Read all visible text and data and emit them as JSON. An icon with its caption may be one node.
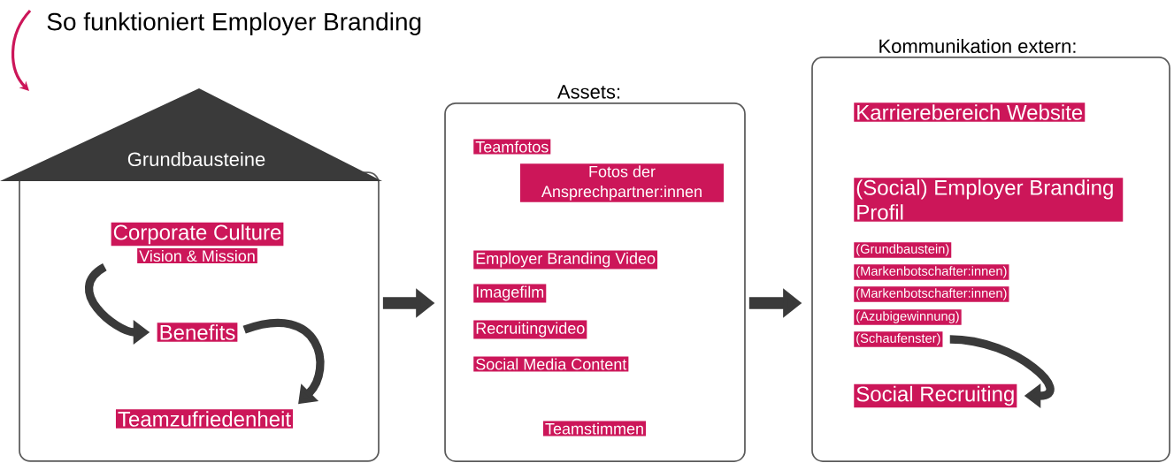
{
  "diagram": {
    "title": "So funktioniert Employer Branding",
    "nodes": [
      {
        "text": [
          "Grundbausteine"
        ]
      },
      {
        "text": [
          "Corporate Culture",
          "Vision & Mission"
        ],
        "in": 0
      },
      {
        "text": [
          "Benefits"
        ],
        "in": 0
      },
      {
        "text": [
          "Teamzufriedenheit"
        ],
        "in": 0
      },
      {
        "text": [
          "Assets:"
        ]
      },
      {
        "text": [
          "Teamfotos"
        ],
        "in": 4
      },
      {
        "text": [
          "Fotos der Ansprechpartner:innen"
        ],
        "in": 4
      },
      {
        "text": [
          "Employer Branding Video"
        ],
        "in": 4
      },
      {
        "text": [
          "Imagefilm"
        ],
        "in": 4
      },
      {
        "text": [
          "Recruitingvideo"
        ],
        "in": 4
      },
      {
        "text": [
          "Social Media Content"
        ],
        "in": 4
      },
      {
        "text": [
          "Teamstimmen"
        ],
        "in": 4
      },
      {
        "text": [
          "Kommunikation extern:"
        ]
      },
      {
        "text": [
          "Karrierebereich Website"
        ],
        "in": 12
      },
      {
        "text": [
          "(Social) Employer Branding Profil"
        ],
        "in": 12
      },
      {
        "text": [
          "(Grundbaustein)"
        ],
        "in": 12
      },
      {
        "text": [
          "(Markenbotschafter:innen)"
        ],
        "in": 12
      },
      {
        "text": [
          "(Markenbotschafter:innen)"
        ],
        "in": 12
      },
      {
        "text": [
          "(Azubigewinnung)"
        ],
        "in": 12
      },
      {
        "text": [
          "(Schaufenster)"
        ],
        "in": 12
      },
      {
        "text": [
          "Social Recruiting"
        ],
        "in": 12
      }
    ],
    "edges": [
      {
        "from": 1,
        "to": 2,
        "arrow": "to"
      },
      {
        "from": 2,
        "to": 3,
        "arrow": "to"
      },
      {
        "from": 0,
        "to": 4,
        "arrow": "to"
      },
      {
        "from": 4,
        "to": 12,
        "arrow": "to"
      },
      {
        "from": 19,
        "to": 20,
        "arrow": "to"
      }
    ]
  }
}
